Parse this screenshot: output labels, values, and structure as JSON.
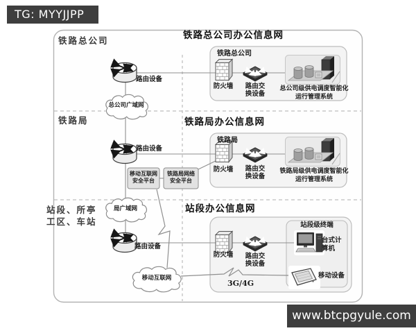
{
  "bars": {
    "top": "TG: MYYJJPP",
    "bottom": "www.btcpgyule.com"
  },
  "l1": {
    "side": "铁路总公司",
    "title": "铁路总公司办公信息网",
    "router": "路由设备",
    "cloud": "总公司广域网",
    "box": "铁路总公司",
    "firewall": "防火墙",
    "switch1": "路由交",
    "switch2": "换设备",
    "sys1": "总公司级供电调度智能化",
    "sys2": "运行管理系统"
  },
  "l2": {
    "side": "铁路局",
    "title": "铁路局办公信息网",
    "router": "路由设备",
    "cloud": "局广域网",
    "box": "铁路局",
    "firewall": "防火墙",
    "switch1": "路由交",
    "switch2": "换设备",
    "sys1": "铁路局级供电调度智能化",
    "sys2": "运行管理系统",
    "mip1": "移动互联网",
    "mip2": "安全平台",
    "nsp1": "铁路局网络",
    "nsp2": "安全平台"
  },
  "l3": {
    "side1": "站段、所亭",
    "side2": "工区、车站",
    "title": "站段办公信息网",
    "router": "路由设备",
    "cloud": "移动互联网",
    "box": "站段级终端",
    "firewall": "防火墙",
    "switch1": "路由交",
    "switch2": "换设备",
    "desktop1": "台式计",
    "desktop2": "算机",
    "mobile": "移动设备",
    "link": "3G/4G"
  },
  "colors": {
    "watermark_bg": "#3e3e3e",
    "diagram_border": "#b3b3b3",
    "connector_line": "#8f8f8f",
    "box_fill": "#f4f4f4",
    "platform_box_fill": "#e2e2e2"
  }
}
